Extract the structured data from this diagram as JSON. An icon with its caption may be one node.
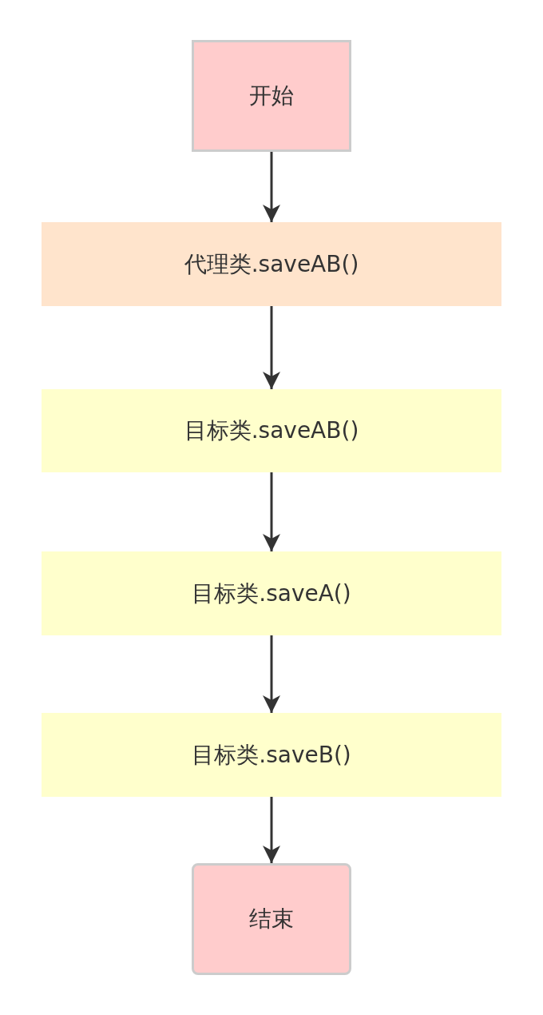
{
  "diagram": {
    "nodes": [
      {
        "text": [
          "开始"
        ]
      },
      {
        "text": [
          "代理类.saveAB()"
        ]
      },
      {
        "text": [
          "目标类.saveAB()"
        ]
      },
      {
        "text": [
          "目标类.saveA()"
        ]
      },
      {
        "text": [
          "目标类.saveB()"
        ]
      },
      {
        "text": [
          "结束"
        ]
      }
    ],
    "edges": [
      {
        "from": 0,
        "to": 1,
        "arrow": "to"
      },
      {
        "from": 1,
        "to": 2,
        "arrow": "to"
      },
      {
        "from": 2,
        "to": 3,
        "arrow": "to"
      },
      {
        "from": 3,
        "to": 4,
        "arrow": "to"
      },
      {
        "from": 4,
        "to": 5,
        "arrow": "to"
      }
    ]
  }
}
